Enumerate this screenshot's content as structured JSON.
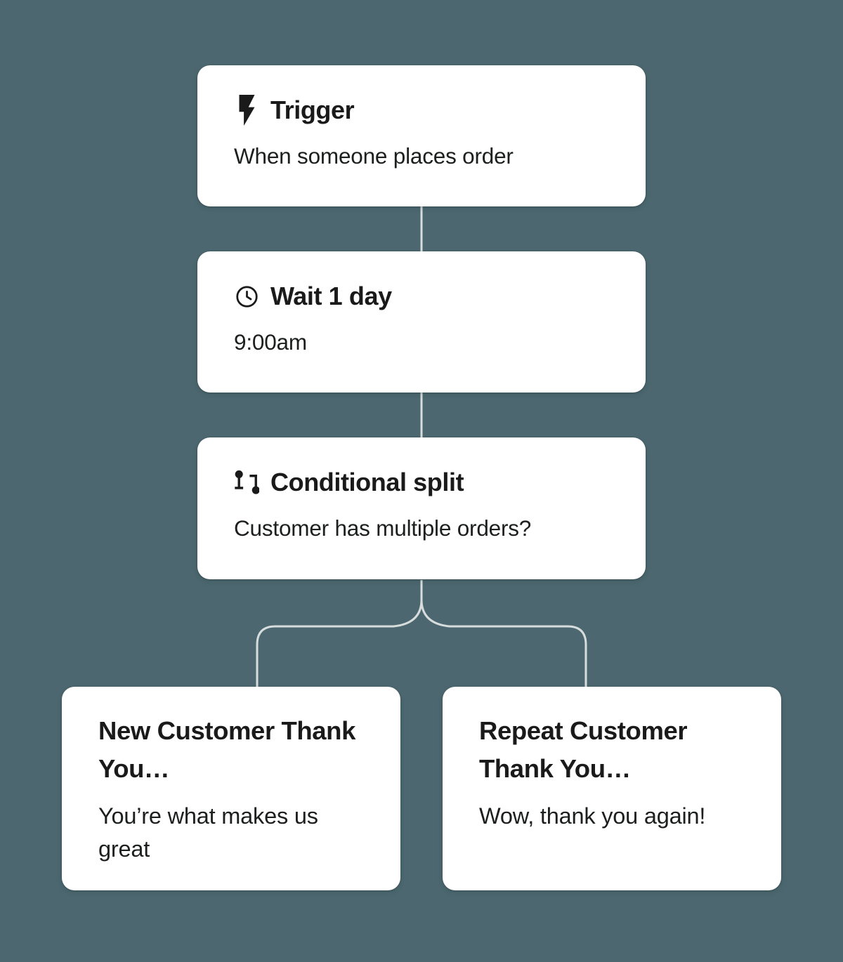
{
  "canvas": {
    "background_color": "#4C676F",
    "card_color": "#FFFFFF",
    "connector_color": "#D7DCDC",
    "text_color": "#1A1A1A"
  },
  "flow": {
    "trigger": {
      "icon": "lightning-bolt-icon",
      "title": "Trigger",
      "subtitle": "When someone places order"
    },
    "wait": {
      "icon": "clock-icon",
      "title": "Wait 1 day",
      "subtitle": "9:00am"
    },
    "conditional_split": {
      "icon": "split-icon",
      "title": "Conditional split",
      "subtitle": "Customer has multiple orders?"
    },
    "branch_left": {
      "title_lines": [
        "New Customer Thank",
        "You…"
      ],
      "subtitle_lines": [
        "You’re what makes us",
        "great"
      ]
    },
    "branch_right": {
      "title_lines": [
        "Repeat Customer",
        "Thank You…"
      ],
      "subtitle_lines": [
        "Wow, thank you again!"
      ]
    }
  }
}
